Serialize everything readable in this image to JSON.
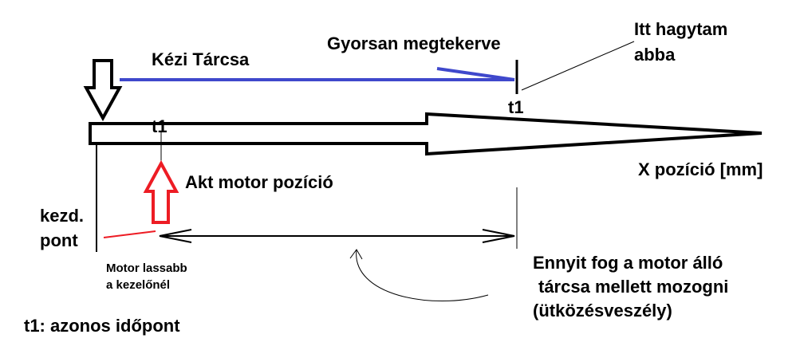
{
  "labels": {
    "hand_wheel": "Kézi Tárcsa",
    "fast_turned": "Gyorsan megtekerve",
    "left_here_line1": "Itt hagytam",
    "left_here_line2": "abba",
    "t1_top": "t1",
    "t1_axis": "t1",
    "x_position": "X pozíció [mm]",
    "actual_motor_position": "Akt motor pozíció",
    "start_point_line1": "kezd.",
    "start_point_line2": "pont",
    "motor_slower_line1": "Motor lassabb",
    "motor_slower_line2": "a kezelőnél",
    "travel_note_line1": "Ennyit fog a motor álló",
    "travel_note_line2": "tárcsa mellett mozogni",
    "travel_note_line3": "(ütközésveszély)",
    "t1_legend": "t1: azonos időpont"
  },
  "colors": {
    "blue": "#3f48cc",
    "red": "#ed1c24",
    "black": "#000000"
  }
}
